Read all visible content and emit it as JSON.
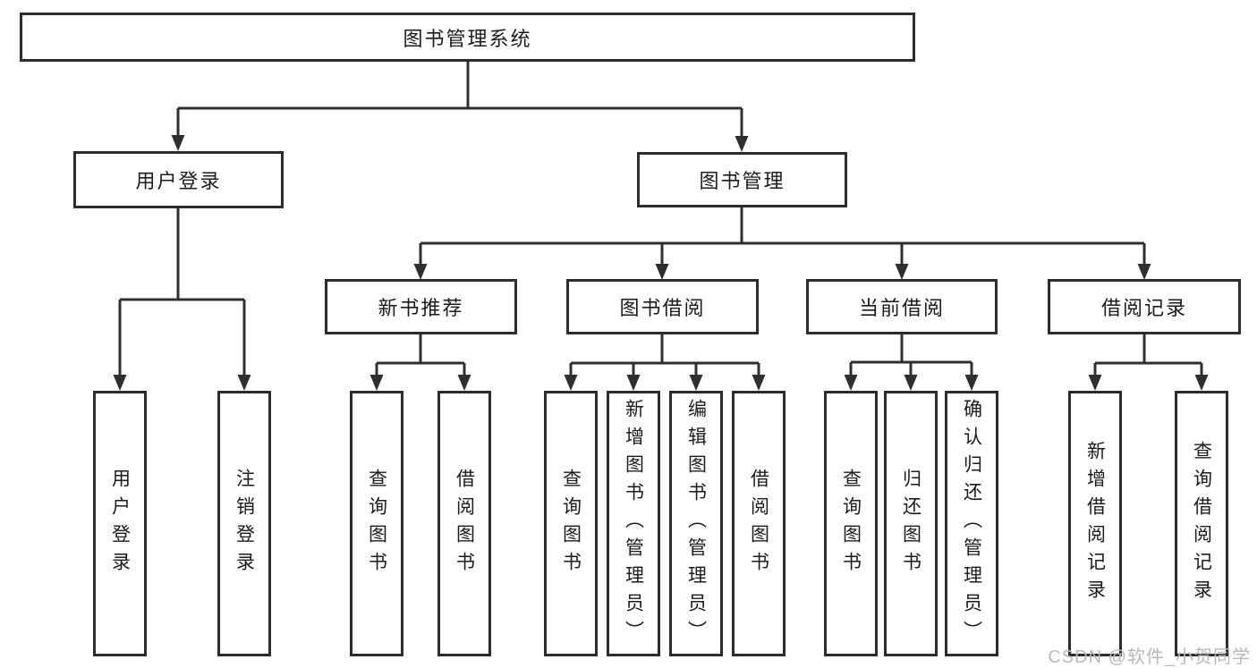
{
  "diagram": {
    "type": "tree",
    "title": "图书管理系统",
    "colors": {
      "line": "#2f2f2f",
      "box_border": "#2c2c2c",
      "text": "#1b1b1b",
      "background": "#ffffff",
      "watermark": "#b5b9bf"
    },
    "nodes": {
      "root": {
        "label": "图书管理系统",
        "children": [
          "user_login",
          "book_mgmt"
        ]
      },
      "user_login": {
        "label": "用户登录",
        "children": [
          "ul_login",
          "ul_logout"
        ]
      },
      "book_mgmt": {
        "label": "图书管理",
        "children": [
          "new_book_rec",
          "book_borrow",
          "current_borrow",
          "borrow_records"
        ]
      },
      "new_book_rec": {
        "label": "新书推荐",
        "children": [
          "nb_query",
          "nb_borrow"
        ]
      },
      "book_borrow": {
        "label": "图书借阅",
        "children": [
          "bb_query",
          "bb_add",
          "bb_edit",
          "bb_borrow"
        ]
      },
      "current_borrow": {
        "label": "当前借阅",
        "children": [
          "cb_query",
          "cb_return",
          "cb_confirm"
        ]
      },
      "borrow_records": {
        "label": "借阅记录",
        "children": [
          "br_add",
          "br_query"
        ]
      },
      "ul_login": {
        "label": "用户登录"
      },
      "ul_logout": {
        "label": "注销登录"
      },
      "nb_query": {
        "label": "查询图书"
      },
      "nb_borrow": {
        "label": "借阅图书"
      },
      "bb_query": {
        "label": "查询图书"
      },
      "bb_add": {
        "label": "新增图书（管理员）"
      },
      "bb_edit": {
        "label": "编辑图书（管理员）"
      },
      "bb_borrow": {
        "label": "借阅图书"
      },
      "cb_query": {
        "label": "查询图书"
      },
      "cb_return": {
        "label": "归还图书"
      },
      "cb_confirm": {
        "label": "确认归还（管理员）"
      },
      "br_add": {
        "label": "新增借阅记录"
      },
      "br_query": {
        "label": "查询借阅记录"
      }
    }
  },
  "watermark": {
    "text": "CSDN @软件_小贺同学"
  }
}
